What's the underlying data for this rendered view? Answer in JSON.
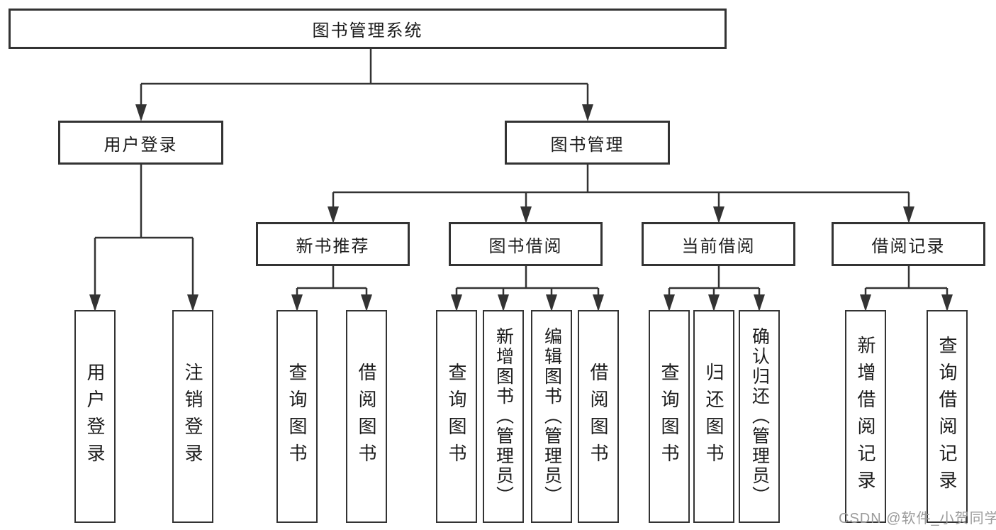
{
  "tree": {
    "root": "图书管理系统",
    "children": [
      {
        "label": "用户登录",
        "children": [
          {
            "label": "用户登录"
          },
          {
            "label": "注销登录"
          }
        ]
      },
      {
        "label": "图书管理",
        "children": [
          {
            "label": "新书推荐",
            "children": [
              {
                "label": "查询图书"
              },
              {
                "label": "借阅图书"
              }
            ]
          },
          {
            "label": "图书借阅",
            "children": [
              {
                "label": "查询图书"
              },
              {
                "label": "新增图书（管理员）"
              },
              {
                "label": "编辑图书（管理员）"
              },
              {
                "label": "借阅图书"
              }
            ]
          },
          {
            "label": "当前借阅",
            "children": [
              {
                "label": "查询图书"
              },
              {
                "label": "归还图书"
              },
              {
                "label": "确认归还（管理员）"
              }
            ]
          },
          {
            "label": "借阅记录",
            "children": [
              {
                "label": "新增借阅记录"
              },
              {
                "label": "查询借阅记录"
              }
            ]
          }
        ]
      }
    ]
  },
  "watermark": "CSDN @软件_小贺同学",
  "colors": {
    "line": "#333333",
    "text": "#1c1c1c",
    "watermark": "#9b9b9b",
    "background": "#ffffff"
  }
}
